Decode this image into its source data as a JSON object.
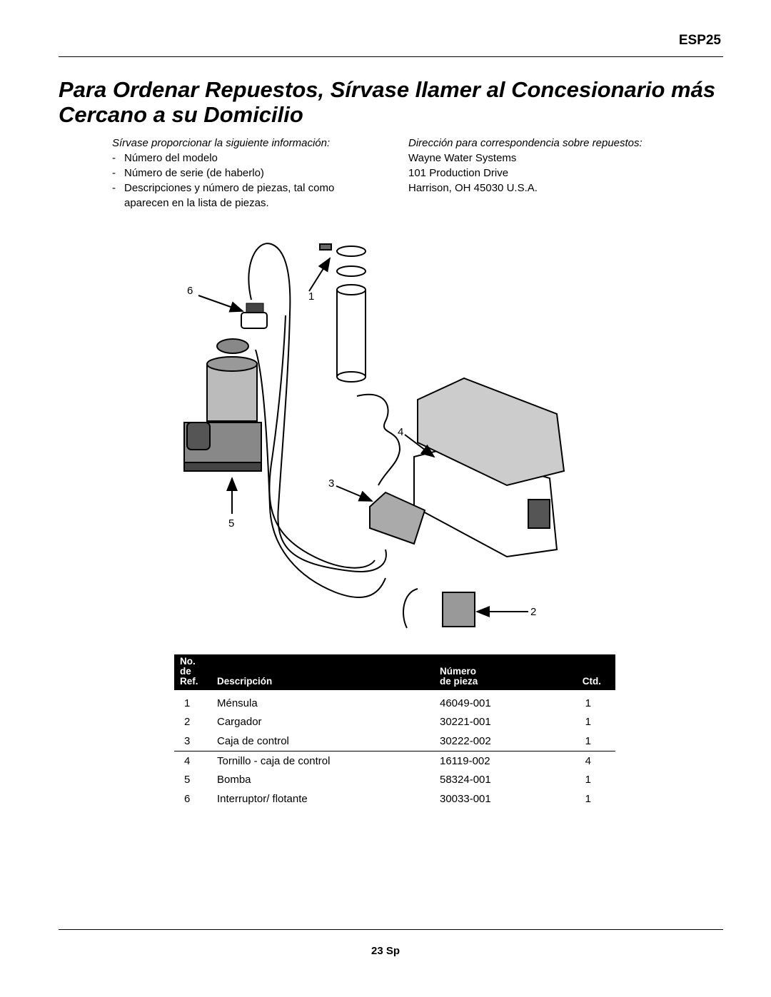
{
  "header": {
    "model": "ESP25"
  },
  "title": "Para Ordenar Repuestos, Sírvase llamer al Concesionario más Cercano a su Domicilio",
  "info_left": {
    "heading": "Sírvase proporcionar la siguiente información:",
    "items": [
      "Número del modelo",
      "Número de serie (de haberlo)",
      "Descripciones y número de piezas, tal como aparecen en la lista de piezas."
    ]
  },
  "info_right": {
    "heading": "Dirección para correspondencia sobre repuestos:",
    "lines": [
      "Wayne Water Systems",
      "101 Production Drive",
      "Harrison, OH 45030 U.S.A."
    ]
  },
  "diagram": {
    "callouts": [
      "6",
      "1",
      "4",
      "3",
      "5",
      "2"
    ]
  },
  "parts_table": {
    "headers": {
      "ref_line1": "No. de",
      "ref_line2": "Ref.",
      "desc": "Descripción",
      "part_line1": "Número",
      "part_line2": "de pieza",
      "qty": "Ctd."
    },
    "rows": [
      {
        "ref": "1",
        "desc": "Ménsula",
        "part": "46049-001",
        "qty": "1"
      },
      {
        "ref": "2",
        "desc": "Cargador",
        "part": "30221-001",
        "qty": "1"
      },
      {
        "ref": "3",
        "desc": "Caja de control",
        "part": "30222-002",
        "qty": "1"
      },
      {
        "ref": "4",
        "desc": "Tornillo - caja de control",
        "part": "16119-002",
        "qty": "4"
      },
      {
        "ref": "5",
        "desc": "Bomba",
        "part": "58324-001",
        "qty": "1"
      },
      {
        "ref": "6",
        "desc": "Interruptor/ flotante",
        "part": "30033-001",
        "qty": "1"
      }
    ]
  },
  "footer": {
    "page": "23 Sp"
  }
}
